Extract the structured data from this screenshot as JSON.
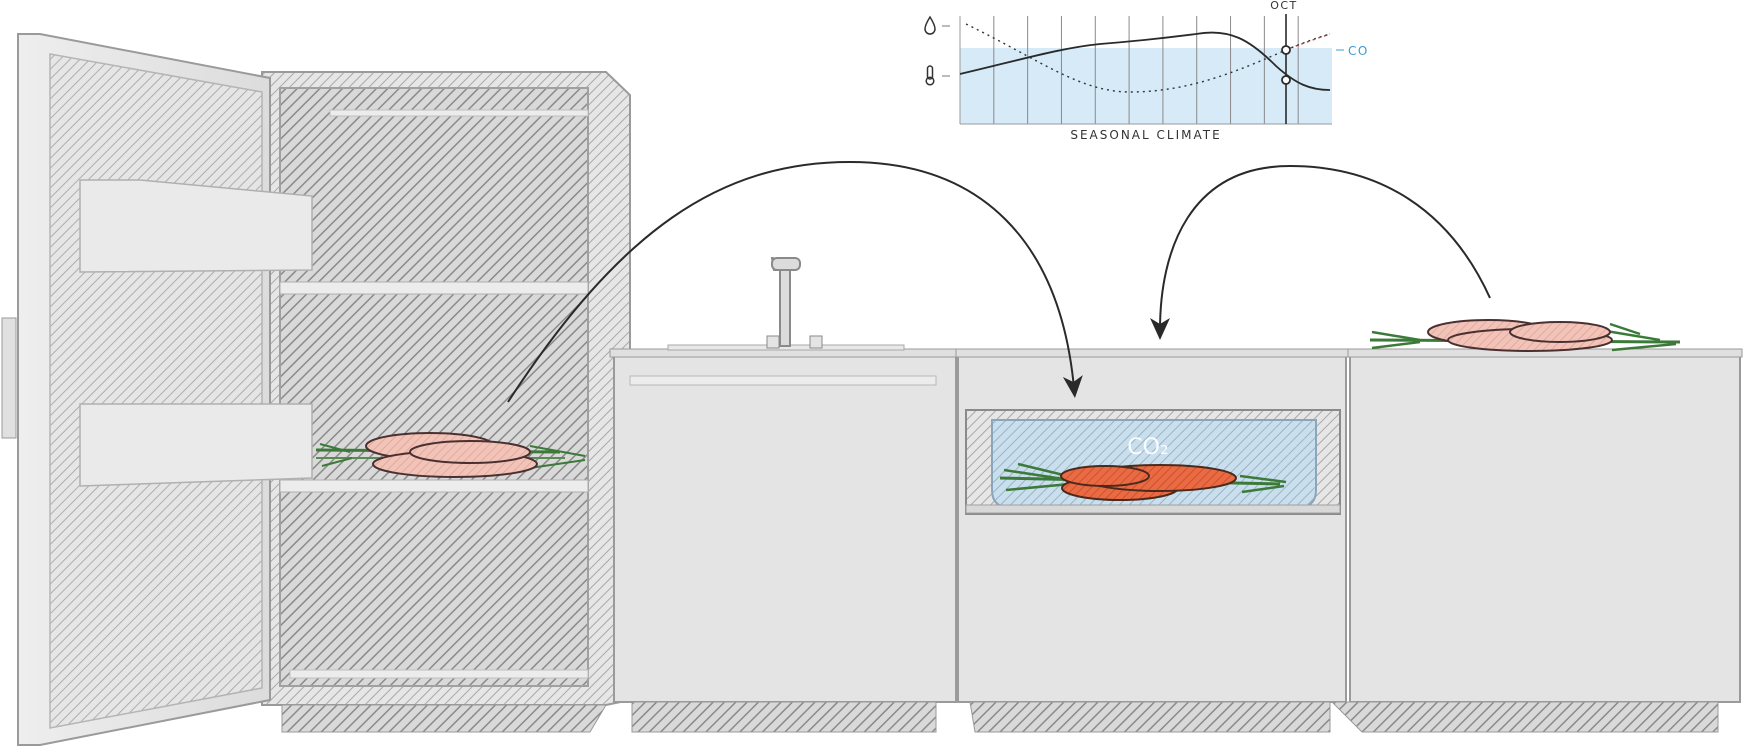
{
  "climate_chart": {
    "title": "SEASONAL CLIMATE",
    "marker_label": "OCT",
    "co_label": "CO",
    "icons": [
      "water-drop-icon",
      "thermometer-icon"
    ]
  },
  "chamber": {
    "gas_label": "CO₂"
  },
  "colors": {
    "cabinet": "#e4e4e4",
    "cabinet_edge": "#9a9a9a",
    "hatch": "#8a8a8a",
    "water": "#d6eaf8",
    "co_accent": "#3a9bd5",
    "carrot_pale": "#f2c3b8",
    "carrot_ripe": "#ea6a43",
    "carrot_greens": "#3c7a3a"
  },
  "chart_data": {
    "type": "line",
    "title": "SEASONAL CLIMATE",
    "xlabel": "",
    "ylabel": "",
    "marker": "OCT",
    "grid": true,
    "series": [],
    "reference_band": "CO"
  }
}
